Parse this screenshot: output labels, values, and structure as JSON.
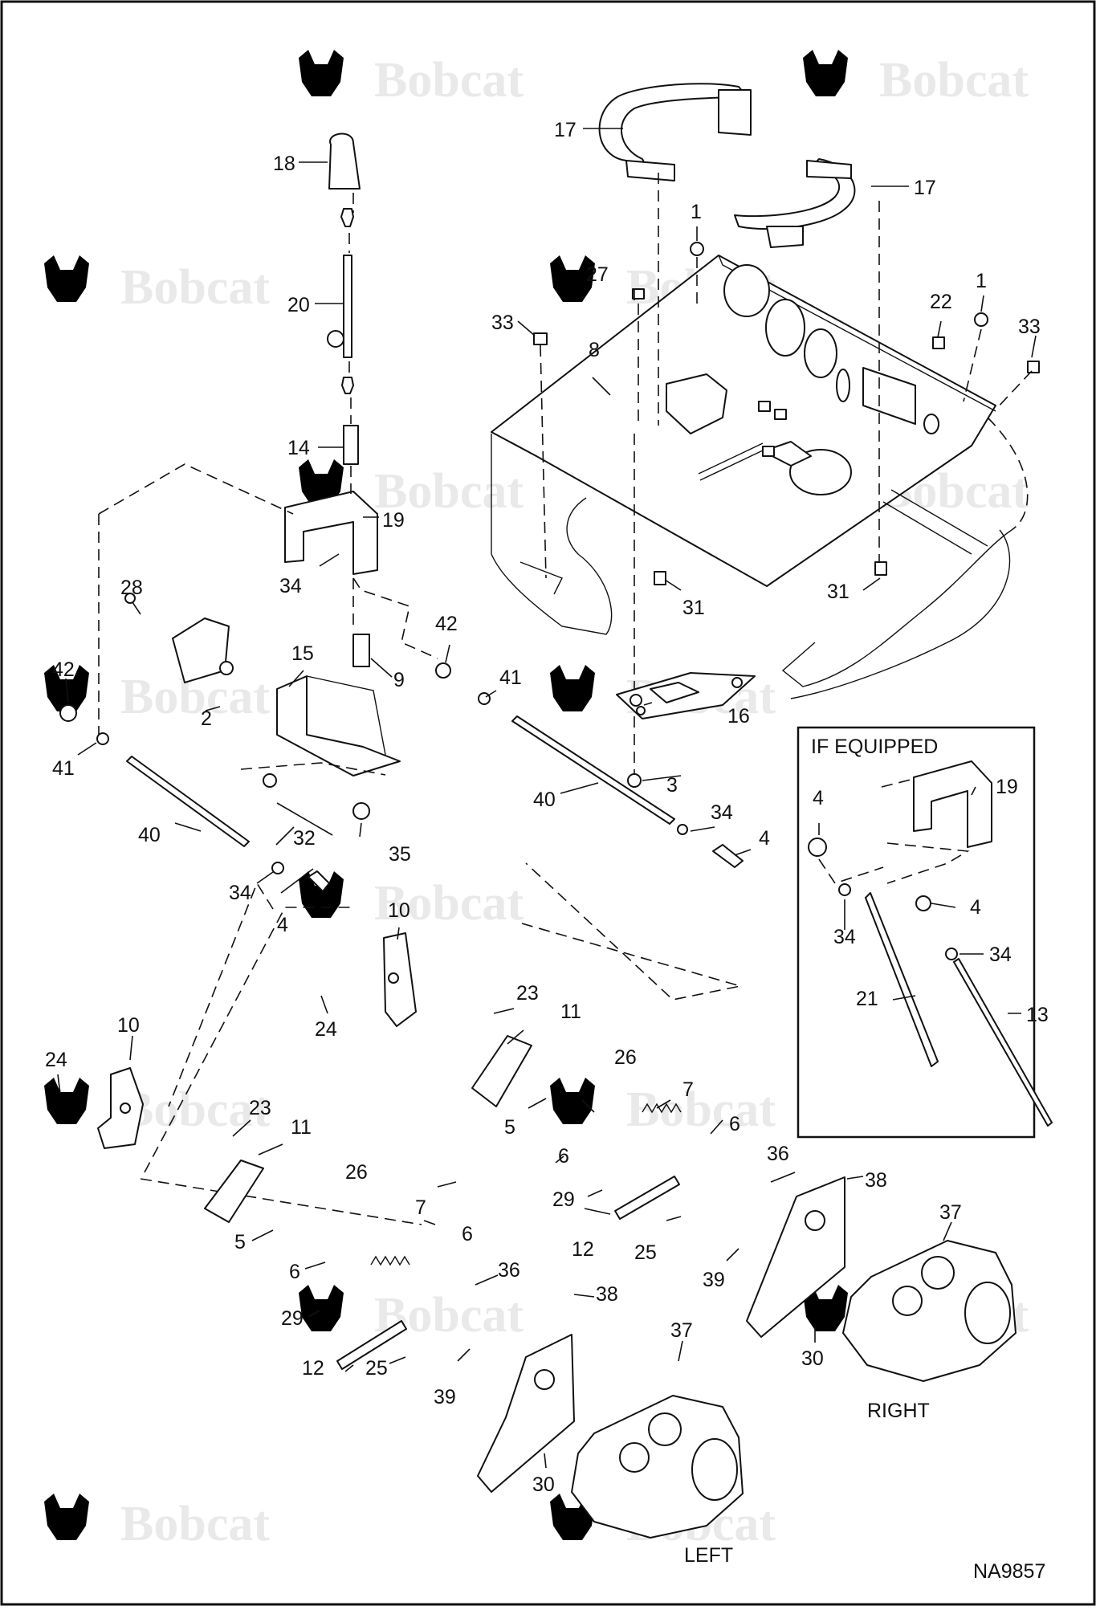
{
  "figure": {
    "code": "NA9857",
    "watermark": "Bobcat",
    "inset_title": "IF EQUIPPED",
    "pump_labels": {
      "left": "LEFT",
      "right": "RIGHT"
    }
  },
  "callouts": {
    "c1a": "1",
    "c1b": "1",
    "c2": "2",
    "c3": "3",
    "c4a": "4",
    "c4b": "4",
    "c4c": "4",
    "c4d": "4",
    "c5a": "5",
    "c5b": "5",
    "c6a": "6",
    "c6b": "6",
    "c6c": "6",
    "c6d": "6",
    "c7a": "7",
    "c7b": "7",
    "c8": "8",
    "c9": "9",
    "c10a": "10",
    "c10b": "10",
    "c11a": "11",
    "c11b": "11",
    "c12a": "12",
    "c12b": "12",
    "c13": "13",
    "c14": "14",
    "c15": "15",
    "c16": "16",
    "c17a": "17",
    "c17b": "17",
    "c18": "18",
    "c19a": "19",
    "c19b": "19",
    "c20": "20",
    "c21": "21",
    "c22": "22",
    "c23a": "23",
    "c23b": "23",
    "c24a": "24",
    "c24b": "24",
    "c25a": "25",
    "c25b": "25",
    "c26a": "26",
    "c26b": "26",
    "c27": "27",
    "c28": "28",
    "c29a": "29",
    "c29b": "29",
    "c30a": "30",
    "c30b": "30",
    "c31a": "31",
    "c31b": "31",
    "c32": "32",
    "c33a": "33",
    "c33b": "33",
    "c34a": "34",
    "c34b": "34",
    "c34c": "34",
    "c34d": "34",
    "c34e": "34",
    "c35": "35",
    "c36a": "36",
    "c36b": "36",
    "c37a": "37",
    "c37b": "37",
    "c38a": "38",
    "c38b": "38",
    "c39a": "39",
    "c39b": "39",
    "c40a": "40",
    "c40b": "40",
    "c41a": "41",
    "c41b": "41",
    "c42a": "42",
    "c42b": "42"
  }
}
